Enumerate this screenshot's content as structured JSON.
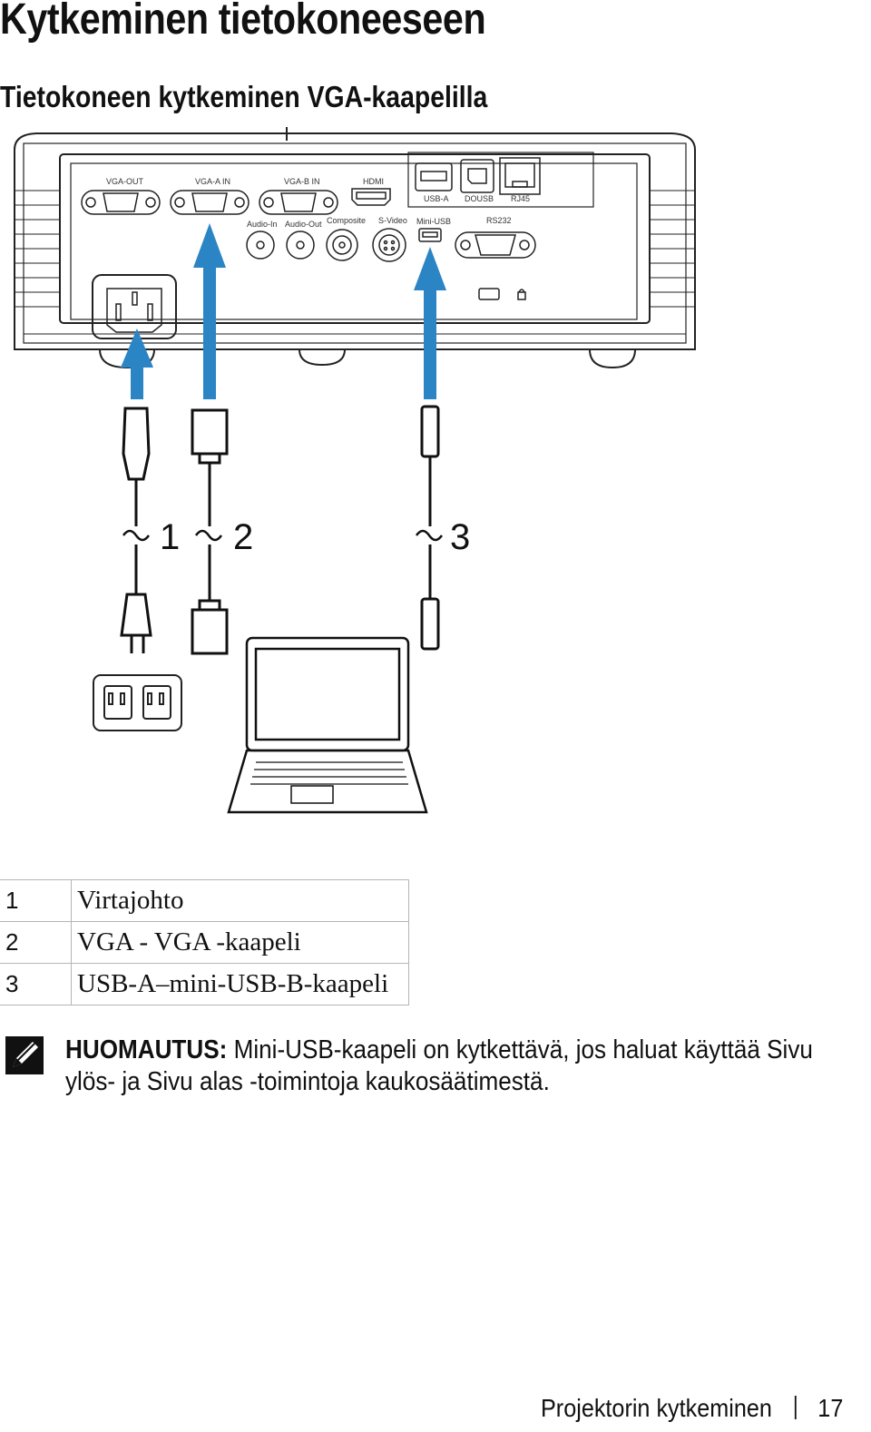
{
  "page": {
    "title": "Kytkeminen tietokoneeseen",
    "subtitle": "Tietokoneen kytkeminen VGA-kaapelilla"
  },
  "ports": {
    "vga_out": "VGA-OUT",
    "vga_a_in": "VGA-A IN",
    "vga_b_in": "VGA-B IN",
    "hdmi": "HDMI",
    "usb_a": "USB-A",
    "dousb": "DOUSB",
    "rj45": "RJ45",
    "audio_in": "Audio-In",
    "audio_out": "Audio-Out",
    "composite": "Composite",
    "s_video": "S-Video",
    "mini_usb": "Mini-USB",
    "rs232": "RS232"
  },
  "cable_numbers": [
    "1",
    "2",
    "3"
  ],
  "legend": [
    {
      "num": "1",
      "text": "Virtajohto"
    },
    {
      "num": "2",
      "text": "VGA - VGA -kaapeli"
    },
    {
      "num": "3",
      "text": "USB-A–mini-USB-B-kaapeli"
    }
  ],
  "note": {
    "label": "HUOMAUTUS:",
    "text": " Mini-USB-kaapeli on kytkettävä, jos haluat käyttää Sivu ylös- ja Sivu alas -toimintoja kaukosäätimestä."
  },
  "footer": {
    "section": "Projektorin kytkeminen",
    "page_number": "17"
  },
  "colors": {
    "arrow": "#2b85c4"
  }
}
